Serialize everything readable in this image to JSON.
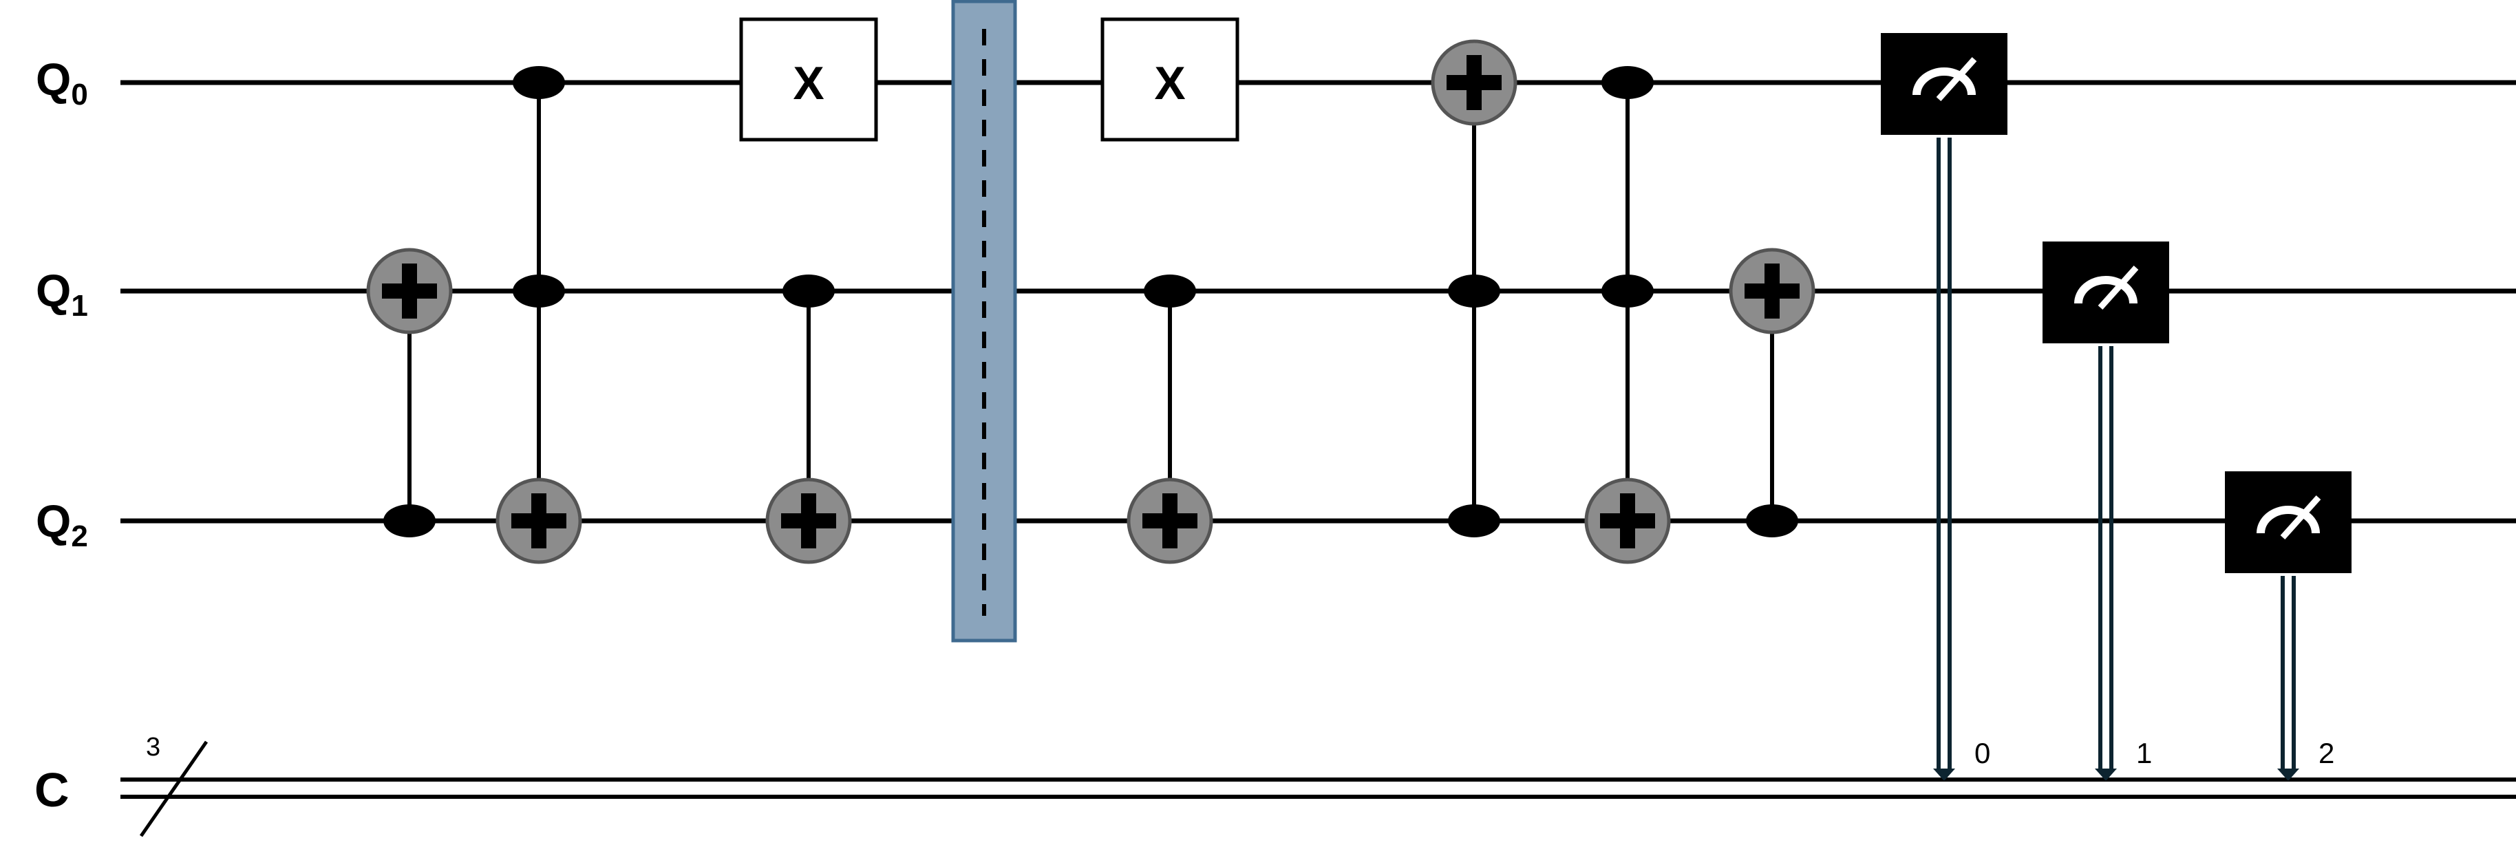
{
  "qubits": [
    {
      "id": "q0",
      "label_main": "Q",
      "label_sub": "0"
    },
    {
      "id": "q1",
      "label_main": "Q",
      "label_sub": "1"
    },
    {
      "id": "q2",
      "label_main": "Q",
      "label_sub": "2"
    }
  ],
  "classical_register": {
    "label": "C",
    "width_label": "3"
  },
  "gates": [
    {
      "type": "cnot",
      "controls": [
        2
      ],
      "target": 1,
      "step": 1
    },
    {
      "type": "toffoli",
      "controls": [
        0,
        1
      ],
      "target": 2,
      "step": 2
    },
    {
      "type": "x",
      "qubit": 0,
      "label": "X",
      "step": 3
    },
    {
      "type": "cnot",
      "controls": [
        1
      ],
      "target": 2,
      "step": 3
    },
    {
      "type": "barrier",
      "step": 4
    },
    {
      "type": "x",
      "qubit": 0,
      "label": "X",
      "step": 5
    },
    {
      "type": "cnot",
      "controls": [
        1
      ],
      "target": 2,
      "step": 5
    },
    {
      "type": "toffoli",
      "controls": [
        1,
        2
      ],
      "target": 0,
      "step": 6
    },
    {
      "type": "toffoli",
      "controls": [
        0,
        1
      ],
      "target": 2,
      "step": 7
    },
    {
      "type": "cnot",
      "controls": [
        2
      ],
      "target": 1,
      "step": 8
    },
    {
      "type": "measure",
      "qubit": 0,
      "bit_label": "0",
      "step": 9
    },
    {
      "type": "measure",
      "qubit": 1,
      "bit_label": "1",
      "step": 10
    },
    {
      "type": "measure",
      "qubit": 2,
      "bit_label": "2",
      "step": 11
    }
  ],
  "colors": {
    "wire": "#000000",
    "target_fill": "#8c8c8c",
    "barrier_fill": "#8aa4bc",
    "barrier_stroke": "#3f6a8f",
    "measure_fill": "#000000",
    "measure_line": "#0d2430",
    "gate_fill": "#ffffff"
  }
}
